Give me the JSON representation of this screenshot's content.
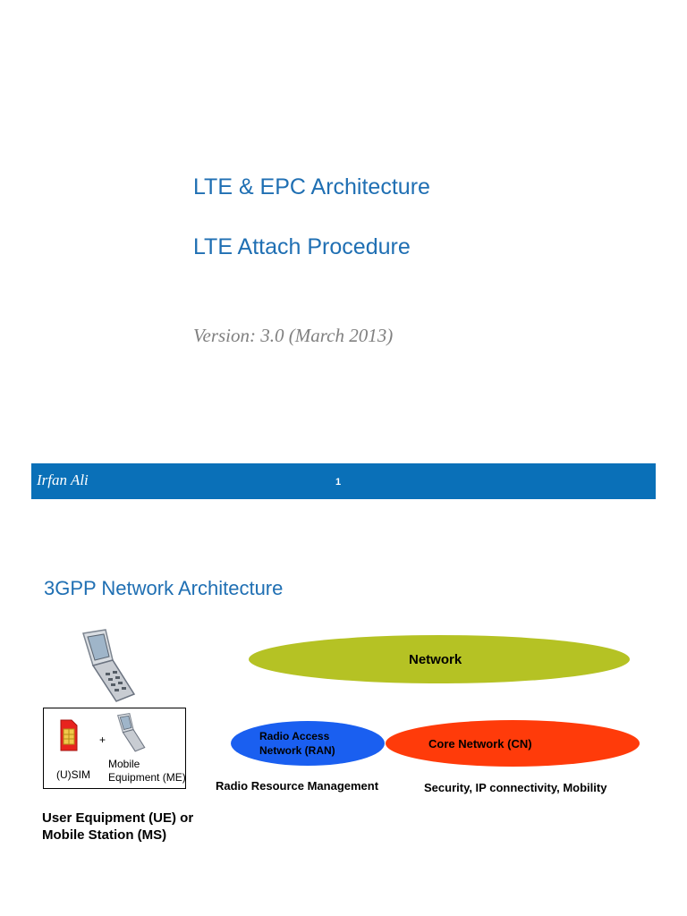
{
  "slide1": {
    "title_line1": "LTE & EPC Architecture",
    "title_line2": "LTE Attach Procedure",
    "version": "Version: 3.0 (March 2013)",
    "footer": {
      "author": "Irfan Ali",
      "page_number": "1",
      "bar_color": "#0a70b8"
    }
  },
  "slide2": {
    "title": "3GPP Network Architecture",
    "ue": {
      "plus": "+",
      "sim_label": "(U)SIM",
      "me_label_line1": "Mobile",
      "me_label_line2": "Equipment (ME)",
      "caption_line1": "User Equipment (UE) or",
      "caption_line2": "Mobile Station (MS)"
    },
    "network": {
      "label": "Network",
      "color": "#b5c224"
    },
    "ran": {
      "label_line1": "Radio Access",
      "label_line2": "Network (RAN)",
      "color": "#1a5ff0",
      "caption": "Radio Resource Management"
    },
    "cn": {
      "label": "Core Network (CN)",
      "color": "#ff3b0a",
      "caption": "Security, IP connectivity, Mobility"
    }
  }
}
